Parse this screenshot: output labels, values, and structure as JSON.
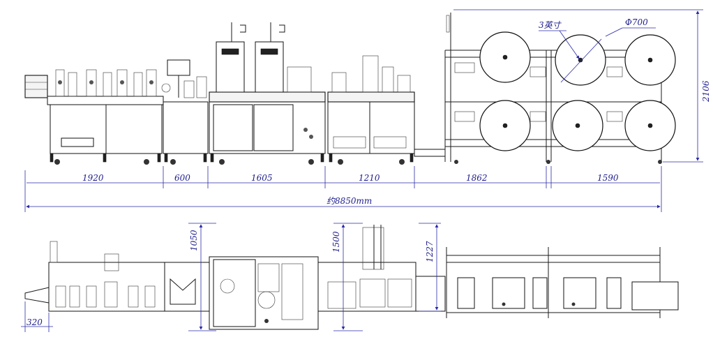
{
  "front_view": {
    "segment_dims": [
      "1920",
      "600",
      "1605",
      "1210",
      "1862",
      "1590"
    ],
    "total_length": "约8850mm",
    "height_dim": "2106",
    "reel_diameter": "Φ700",
    "reel_core": "3英寸"
  },
  "top_view": {
    "dims": [
      "1050",
      "1500",
      "1227",
      "320"
    ]
  },
  "colors": {
    "line": "#1a1a1a",
    "dimension": "#2a2aa8"
  }
}
